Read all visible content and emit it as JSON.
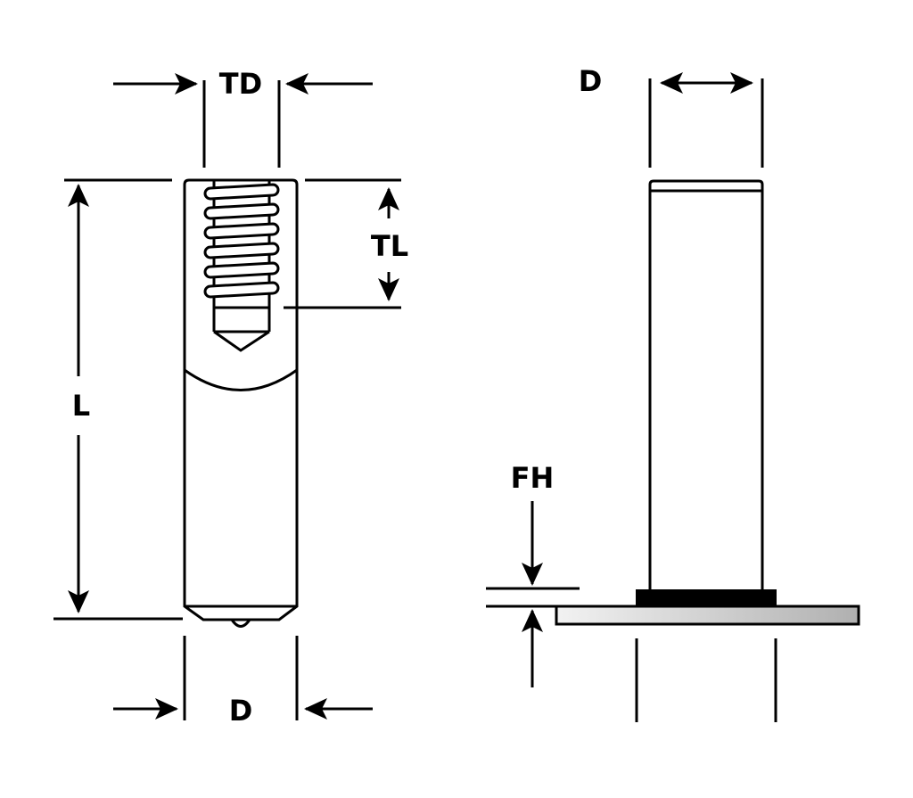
{
  "labels": {
    "thread_diameter": "TD",
    "thread_length": "TL",
    "length": "L",
    "diameter_left": "D",
    "diameter_right": "D",
    "flange_height": "FH"
  },
  "colors": {
    "line": "#000000",
    "plate_light": "#f2f2f2",
    "plate_dark": "#b0b0b0",
    "flange": "#000000"
  }
}
